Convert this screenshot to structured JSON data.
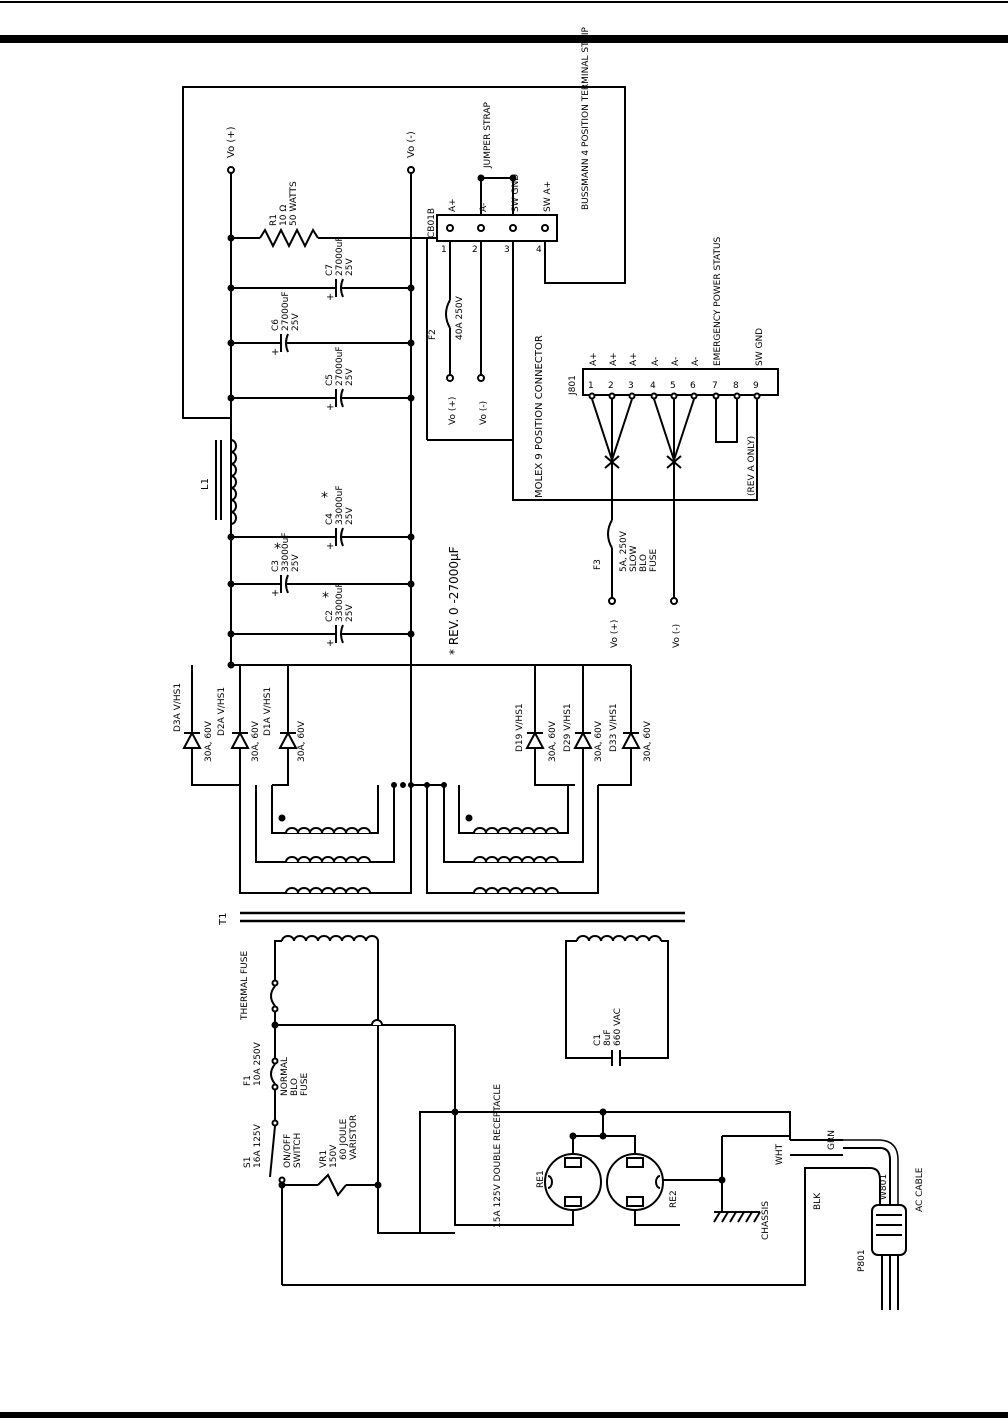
{
  "vo_plus": "Vo (+)",
  "vo_minus": "Vo (-)",
  "r1": {
    "name": "R1",
    "value": "10 Ω",
    "rating": "50 WATTS"
  },
  "caps": {
    "c7": {
      "name": "C7",
      "value": "27000uF",
      "voltage": "25V"
    },
    "c6": {
      "name": "C6",
      "value": "27000uF",
      "voltage": "25V"
    },
    "c5": {
      "name": "C5",
      "value": "27000uF",
      "voltage": "25V"
    },
    "c4": {
      "name": "C4",
      "value": "33000uF",
      "voltage": "25V"
    },
    "c3": {
      "name": "C3",
      "value": "33000uF",
      "voltage": "25V"
    },
    "c2": {
      "name": "C2",
      "value": "33000uF",
      "voltage": "25V"
    },
    "c1": {
      "name": "C1",
      "value": "8uF",
      "voltage": "660 VAC"
    }
  },
  "asterisk": "*",
  "rev_note": "* REV. 0 -27000µF",
  "l1": "L1",
  "t1": "T1",
  "terminal_strip": {
    "ref": "CB01B",
    "title": "BUSSMANN 4 POSITION TERMINAL STRIP",
    "jumper": "JUMPER STRAP",
    "pins": [
      "1",
      "2",
      "3",
      "4"
    ],
    "labels": [
      "A+",
      "A-",
      "SW GND",
      "SW A+"
    ]
  },
  "f2": {
    "name": "F2",
    "rating": "40A 250V"
  },
  "molex": "MOLEX 9 POSITION CONNECTOR",
  "j801": {
    "ref": "J801",
    "pins": [
      "1",
      "2",
      "3",
      "4",
      "5",
      "6",
      "7",
      "8",
      "9"
    ],
    "labels": [
      "A+",
      "A+",
      "A+",
      "A-",
      "A-",
      "A-",
      "EMERGENCY POWER STATUS",
      "",
      "SW GND"
    ]
  },
  "rev_a_only": "(REV A ONLY)",
  "f3": {
    "name": "F3",
    "rating": "5A, 250V",
    "type1": "SLOW",
    "type2": "BLO",
    "type3": "FUSE"
  },
  "diodes_top": [
    {
      "name": "D3A V/HS1",
      "rating": "30A, 60V"
    },
    {
      "name": "D2A V/HS1",
      "rating": "30A, 60V"
    },
    {
      "name": "D1A V/HS1",
      "rating": "30A, 60V"
    }
  ],
  "diodes_bottom": [
    {
      "name": "D19 V/HS1",
      "rating": "30A, 60V"
    },
    {
      "name": "D29 V/HS1",
      "rating": "30A, 60V"
    },
    {
      "name": "D33 V/HS1",
      "rating": "30A, 60V"
    }
  ],
  "thermal_fuse": "THERMAL FUSE",
  "f1": {
    "name": "F1",
    "rating": "10A 250V",
    "type1": "NORMAL",
    "type2": "BLO",
    "type3": "FUSE"
  },
  "s1": {
    "name": "S1",
    "rating": "16A 125V",
    "desc1": "ON/OFF",
    "desc2": "SWITCH"
  },
  "vr1": {
    "name": "VR1",
    "rating": "150V",
    "joule": "60 JOULE",
    "desc": "VARISTOR"
  },
  "receptacle": {
    "desc": "15A 125V DOUBLE RECEPTACLE",
    "re1": "RE1",
    "re2": "RE2"
  },
  "chassis": "CHASSIS",
  "wires": {
    "wht": "WHT",
    "grn": "GRN",
    "blk": "BLK"
  },
  "w801": "W801",
  "ac_cable": "AC CABLE",
  "p801": "P801"
}
